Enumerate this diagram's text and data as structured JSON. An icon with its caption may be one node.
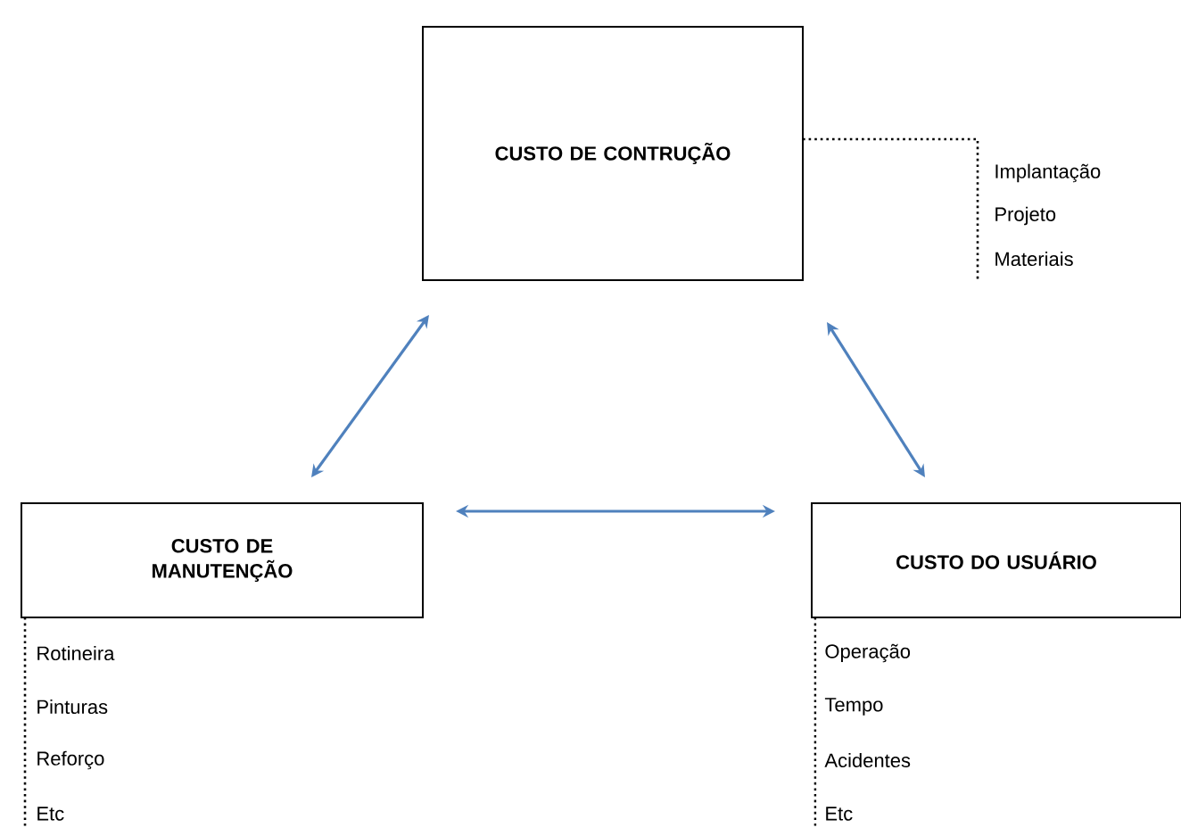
{
  "diagram": {
    "nodes": [
      {
        "text": [
          "CUSTO DE CONTRUÇÃO"
        ],
        "beside": [
          "Implantação",
          "Projeto",
          "Materiais"
        ]
      },
      {
        "text": [
          "CUSTO DE MANUTENÇÃO"
        ],
        "beside": [
          "Rotineira",
          "Pinturas",
          "Reforço",
          "Etc"
        ]
      },
      {
        "text": [
          "CUSTO DO USUÁRIO"
        ],
        "beside": [
          "Operação",
          "Tempo",
          "Acidentes",
          "Etc"
        ]
      }
    ],
    "edges": [
      {
        "from": 0,
        "to": 1,
        "arrow": "both",
        "color": "#4f81bd"
      },
      {
        "from": 0,
        "to": 2,
        "arrow": "both",
        "color": "#4f81bd"
      },
      {
        "from": 1,
        "to": 2,
        "arrow": "both",
        "color": "#4f81bd"
      }
    ]
  }
}
